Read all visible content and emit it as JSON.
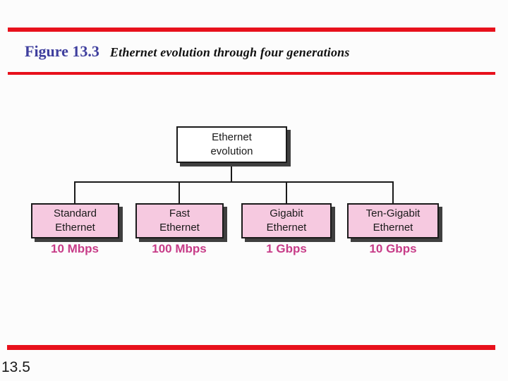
{
  "slide": {
    "figure_label": "Figure 13.3",
    "caption": "Ethernet evolution through four generations",
    "page_number": "13.5"
  },
  "colors": {
    "accent_red": "#e8111c",
    "figure_label_blue": "#3f3f9e",
    "box_fill_pink": "#f6c9e0",
    "root_fill_white": "#ffffff",
    "box_border_black": "#1a1a1a",
    "box_shadow_gray": "#3f3f3f",
    "speed_text_magenta": "#c73c88"
  },
  "diagram": {
    "root": {
      "line1": "Ethernet",
      "line2": "evolution"
    },
    "children": [
      {
        "line1": "Standard",
        "line2": "Ethernet",
        "speed": "10 Mbps"
      },
      {
        "line1": "Fast",
        "line2": "Ethernet",
        "speed": "100 Mbps"
      },
      {
        "line1": "Gigabit",
        "line2": "Ethernet",
        "speed": "1 Gbps"
      },
      {
        "line1": "Ten-Gigabit",
        "line2": "Ethernet",
        "speed": "10 Gbps"
      }
    ]
  }
}
